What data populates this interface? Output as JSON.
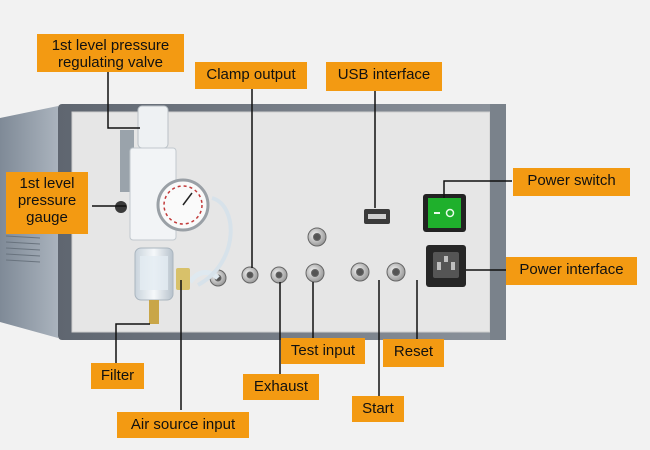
{
  "labels": {
    "valve": "1st level pressure regulating valve",
    "gauge": "1st level pressure gauge",
    "filter": "Filter",
    "air_source": "Air source input",
    "exhaust": "Exhaust",
    "clamp_output": "Clamp output",
    "usb": "USB interface",
    "test_input": "Test input",
    "start": "Start",
    "reset": "Reset",
    "power_switch": "Power switch",
    "power_interface": "Power interface"
  },
  "colors": {
    "label_bg": "#f39a12",
    "panel": "#e6e6e6",
    "switch_green": "#1fb02c",
    "leader": "#111111"
  }
}
